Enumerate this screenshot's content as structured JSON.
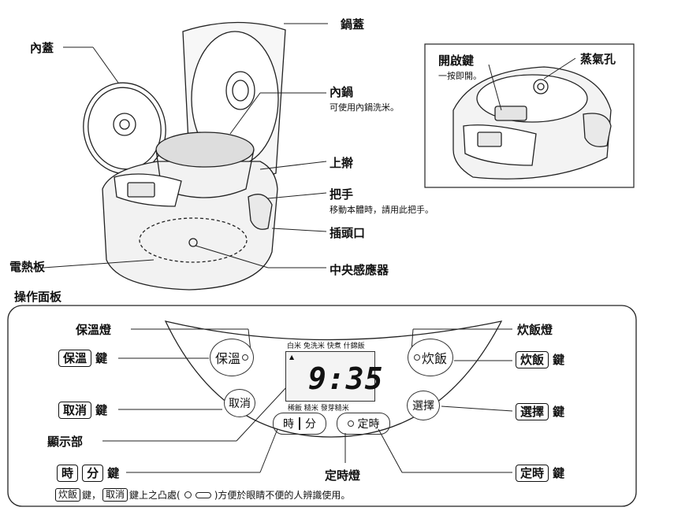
{
  "labels": {
    "lid": "鍋蓋",
    "inner_lid": "內蓋",
    "inner_pot": "內鍋",
    "inner_pot_note": "可使用內鍋洗米。",
    "upper_frame": "上擀",
    "handle": "把手",
    "handle_note": "移動本體時，請用此把手。",
    "plug_port": "插頭口",
    "heating_plate": "電熱板",
    "center_sensor": "中央感應器",
    "open_key": "開啟鍵",
    "open_key_note": "一按即開。",
    "steam_vent": "蒸氣孔"
  },
  "panel": {
    "title": "操作面板",
    "keep_warm_lamp": "保溫燈",
    "cook_lamp": "炊飯燈",
    "keep_warm_key": "保溫",
    "cook_key": "炊飯",
    "cancel_key": "取消",
    "select_key": "選擇",
    "display": "顯示部",
    "hour_key": "時",
    "minute_key": "分",
    "timer_lamp": "定時燈",
    "timer_key": "定時",
    "key_suffix": "鍵",
    "lcd_menu_top": "白米  免洗米  快煮  什錦飯",
    "lcd_menu_bottom": "稀飯    糙米    發芽糙米",
    "lcd_time": "9:35",
    "note_suffix": "鍵上之凸處(",
    "note_end": ")方便於眼睛不便的人辨識使用。",
    "note_comma": "鍵，"
  }
}
